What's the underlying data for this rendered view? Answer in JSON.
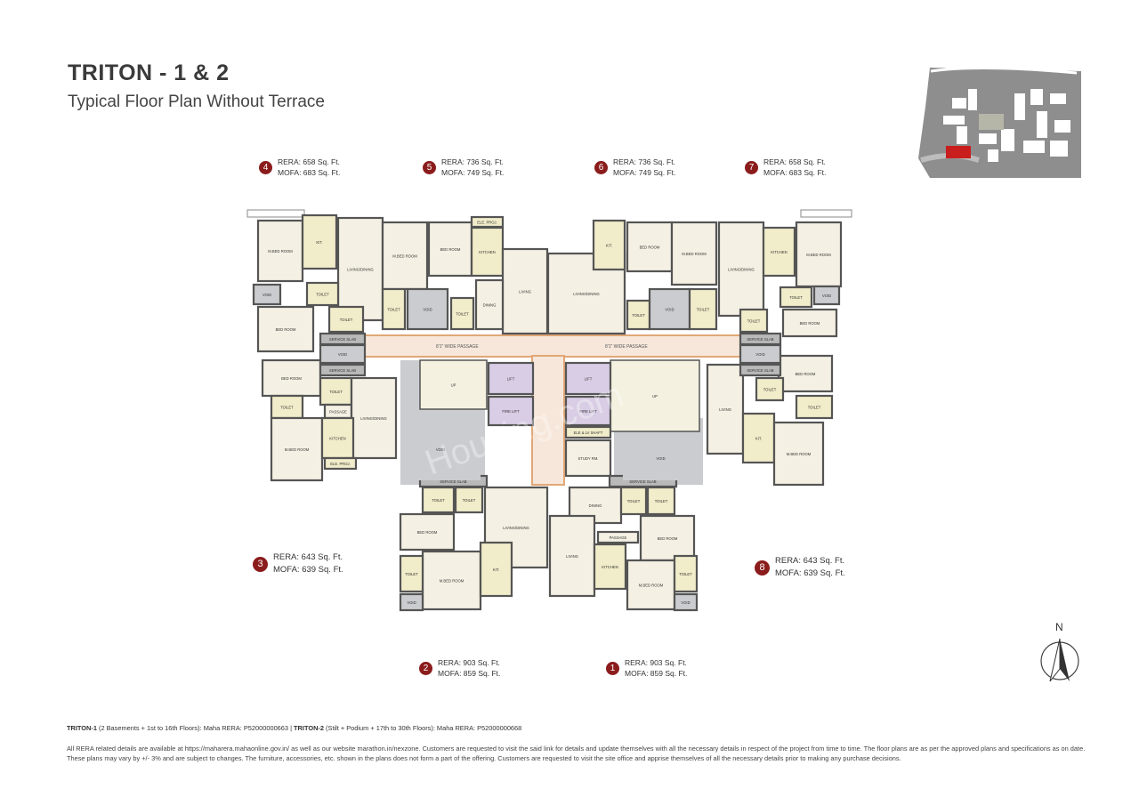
{
  "header": {
    "title": "TRITON - 1 & 2",
    "subtitle": "Typical Floor Plan Without Terrace"
  },
  "units": [
    {
      "number": "4",
      "rera": "RERA: 658 Sq. Ft.",
      "mofa": "MOFA: 683 Sq. Ft."
    },
    {
      "number": "5",
      "rera": "RERA: 736 Sq. Ft.",
      "mofa": "MOFA: 749 Sq. Ft."
    },
    {
      "number": "6",
      "rera": "RERA: 736 Sq. Ft.",
      "mofa": "MOFA: 749 Sq. Ft."
    },
    {
      "number": "7",
      "rera": "RERA: 658 Sq. Ft.",
      "mofa": "MOFA: 683 Sq. Ft."
    },
    {
      "number": "3",
      "rera": "RERA: 643 Sq. Ft.",
      "mofa": "MOFA: 639 Sq. Ft."
    },
    {
      "number": "8",
      "rera": "RERA: 643 Sq. Ft.",
      "mofa": "MOFA: 639 Sq. Ft."
    },
    {
      "number": "2",
      "rera": "RERA: 903 Sq. Ft.",
      "mofa": "MOFA: 859 Sq. Ft."
    },
    {
      "number": "1",
      "rera": "RERA: 903 Sq. Ft.",
      "mofa": "MOFA: 859 Sq. Ft."
    }
  ],
  "plan": {
    "rooms": [
      "M.BED ROOM",
      "KIT.",
      "LIVING/DINING",
      "TOILET",
      "VOID",
      "BED ROOM",
      "TOILET",
      "M.BED ROOM",
      "BED ROOM",
      "KITCHEN",
      "ELE. PROJ.",
      "LIVING",
      "TOILET",
      "VOID",
      "TOILET",
      "DINING",
      "LIVING/DINING",
      "KIT.",
      "BED ROOM",
      "M.BED ROOM",
      "TOILET",
      "VOID",
      "TOILET",
      "LIVING/DINING",
      "KITCHEN",
      "M.BED ROOM",
      "TOILET",
      "VOID",
      "TOILET",
      "BED ROOM",
      "BED ROOM",
      "TOILET",
      "TOILET",
      "PASSAGE",
      "LIVING/DINING",
      "M.BED ROOM",
      "KITCHEN",
      "ELE. PROJ.",
      "BED ROOM",
      "LIVING",
      "TOILET",
      "TOILET",
      "KIT.",
      "M.BED ROOM",
      "LIFT",
      "FIRE LIFT",
      "LIFT",
      "FIRE LIFT",
      "UP",
      "UP",
      "ELE & LV SHAFT",
      "STUDY RM.",
      "SERVICE SLAB",
      "TOILET",
      "TOILET",
      "LIVING/DINING",
      "BED ROOM",
      "M.BED ROOM",
      "KIT.",
      "TOILET",
      "VOID",
      "SERVICE SLAB",
      "DINING",
      "TOILET",
      "TOILET",
      "LIVING",
      "PASSAGE",
      "BED ROOM",
      "KITCHEN",
      "M.BED ROOM",
      "TOILET",
      "VOID",
      "VOID",
      "VOID",
      "SERVICE SLAB",
      "VOID",
      "SERVICE SLAB",
      "SERVICE SLAB",
      "VOID",
      "SERVICE SLAB"
    ],
    "passage_left": "8'1\" WIDE PASSAGE",
    "passage_right": "8'1\" WIDE PASSAGE",
    "watermark": "Housing.com"
  },
  "north_label": "N",
  "colors": {
    "accent": "#8b1c1c",
    "room": "#f4f0e3",
    "lift": "#d8cde4",
    "void": "#cbcccf",
    "passage": "#f6e7da"
  },
  "footer": {
    "t1_name": "TRITON-1",
    "t1_text": " (2 Basements + 1st to 16th Floors): Maha RERA: P52000000663 | ",
    "t2_name": "TRITON-2",
    "t2_text": " (Stilt + Podium + 17th to 30th Floors): Maha RERA: P52000000668",
    "disclaimer": "All RERA related details are available at https://maharera.mahaonline.gov.in/ as well as our website marathon.in/nexzone. Customers are requested to visit the said link for details and update themselves with all the necessary details in respect of the project from time to time. The floor plans are as per the approved plans and specifications as on date. These plans may vary by +/- 3% and are subject to changes. The furniture, accessories, etc. shown in the plans does not form a part of the offering. Customers are requested to visit the site office and apprise themselves of all the necessary details prior to making any purchase decisions."
  }
}
